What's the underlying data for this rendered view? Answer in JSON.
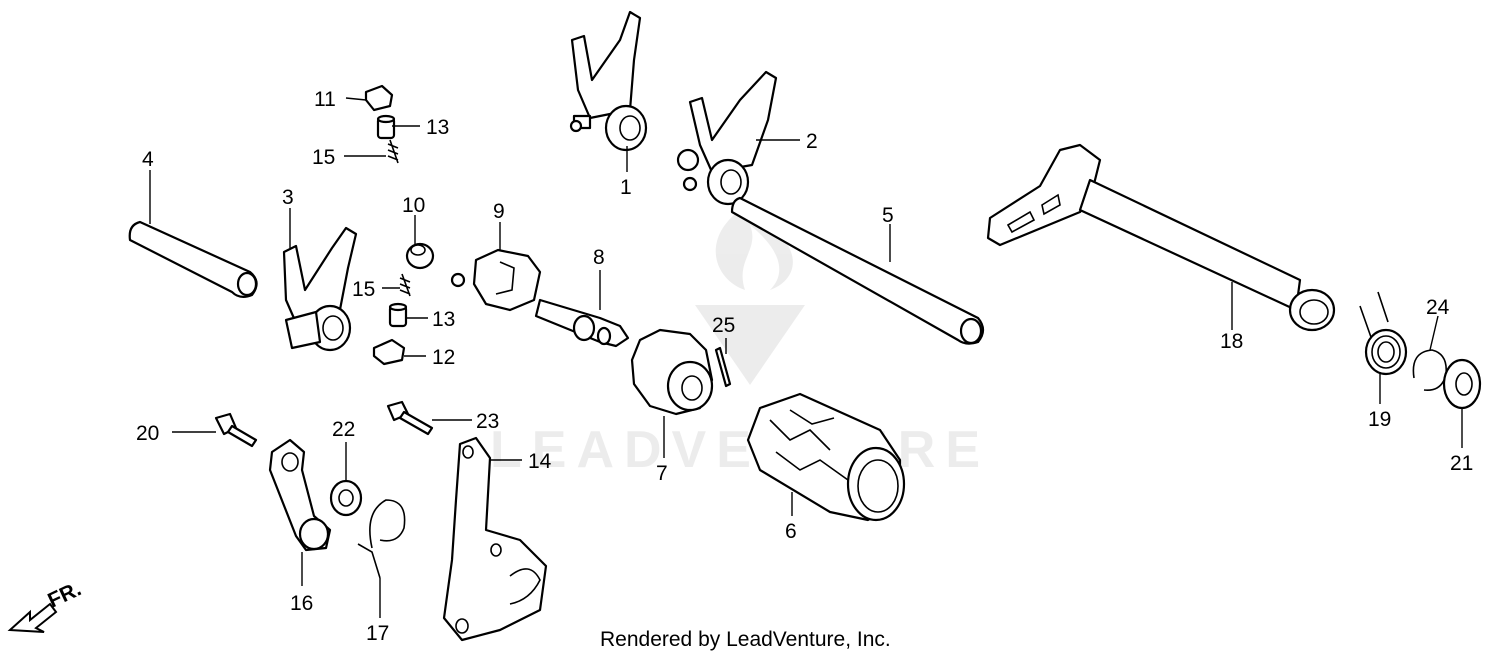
{
  "watermark": "LEADVENTURE",
  "credit": "Rendered by LeadVenture, Inc.",
  "direction_label": "FR.",
  "callouts": [
    "1",
    "2",
    "3",
    "4",
    "5",
    "6",
    "7",
    "8",
    "9",
    "10",
    "11",
    "12",
    "13",
    "13",
    "15",
    "15",
    "14",
    "16",
    "17",
    "18",
    "19",
    "20",
    "21",
    "22",
    "23",
    "24",
    "25"
  ]
}
